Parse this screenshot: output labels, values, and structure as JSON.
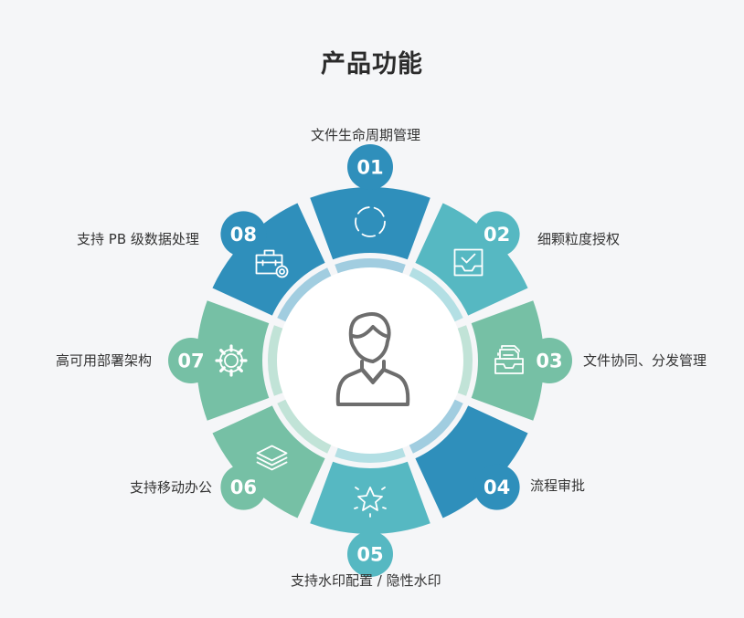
{
  "title": "产品功能",
  "features": [
    {
      "num": "01",
      "label": "文件生命周期管理",
      "icon": "circle-dashed-icon",
      "color": "#2f8fbb"
    },
    {
      "num": "02",
      "label": "细颗粒度授权",
      "icon": "inbox-check-icon",
      "color": "#56b8c2"
    },
    {
      "num": "03",
      "label": "文件协同、分发管理",
      "icon": "file-tray-icon",
      "color": "#76c0a5"
    },
    {
      "num": "04",
      "label": "流程审批",
      "icon": "none",
      "color": "#2f8fbb"
    },
    {
      "num": "05",
      "label": "支持水印配置 / 隐性水印",
      "icon": "star-icon",
      "color": "#56b8c2"
    },
    {
      "num": "06",
      "label": "支持移动办公",
      "icon": "layers-icon",
      "color": "#76c0a5"
    },
    {
      "num": "07",
      "label": "高可用部署架构",
      "icon": "gear-icon",
      "color": "#76c0a5"
    },
    {
      "num": "08",
      "label": "支持 PB 级数据处理",
      "icon": "toolbox-gear-icon",
      "color": "#2f8fbb"
    }
  ],
  "center_icon": "user-icon",
  "colors": {
    "blue": "#2f8fbb",
    "teal": "#56b8c2",
    "green": "#76c0a5"
  }
}
